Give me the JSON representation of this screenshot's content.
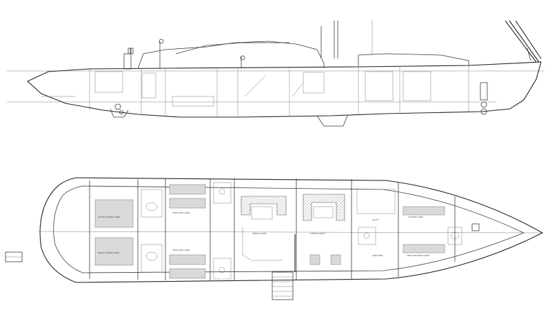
{
  "drawings": {
    "profile": {
      "labels": []
    },
    "deck_plan": {
      "labels": [
        {
          "key": "double_owners_cabin",
          "text": "DOUBLE OWNERS CABIN"
        },
        {
          "key": "single_owners_cabin",
          "text": "SINGLE OWNERS CABIN"
        },
        {
          "key": "twin_guest_cabin_top",
          "text": "TWIN GUEST CABIN"
        },
        {
          "key": "twin_guest_cabin_bottom",
          "text": "TWIN GUEST CABIN"
        },
        {
          "key": "upper_saloon",
          "text": "UPPER SALOON"
        },
        {
          "key": "lower_saloon",
          "text": "LOWER SALOON"
        },
        {
          "key": "galley",
          "text": "GALLEY"
        },
        {
          "key": "captains_cabin",
          "text": "CAPTAINS CABIN"
        },
        {
          "key": "crew_twin_bunk_cabin",
          "text": "CREW TWIN BUNK CABIN"
        },
        {
          "key": "crew_mess",
          "text": "CREW MESS"
        }
      ]
    }
  }
}
